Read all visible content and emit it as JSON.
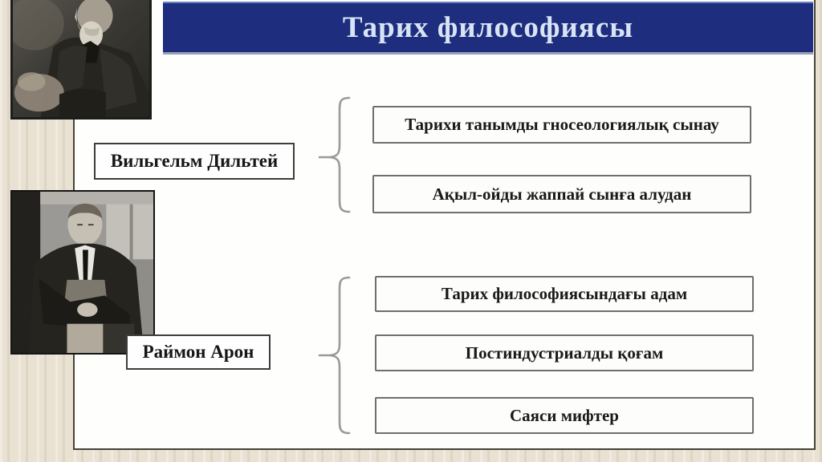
{
  "title": "Тарих философиясы",
  "groups": [
    {
      "label": "Вильгельм Дильтей",
      "items": [
        "Тарихи танымды гносеологиялық сынау",
        "Ақыл-ойды жаппай сынға алудан"
      ]
    },
    {
      "label": "Раймон Арон",
      "items": [
        "Тарих философиясындағы адам",
        "Постиндустриалды қоғам",
        "Саяси мифтер"
      ]
    }
  ],
  "images": {
    "top_portrait": "portrait-wilhelm-dilthey",
    "bottom_portrait": "portrait-raymond-aron"
  },
  "colors": {
    "title_bar_bg": "#1e2d7d",
    "title_text": "#d8e4f6",
    "background_beige": "#e9e1d2",
    "panel_bg": "#fefefd",
    "box_border": "#6f6f6f",
    "brace": "#9a9a9a"
  }
}
